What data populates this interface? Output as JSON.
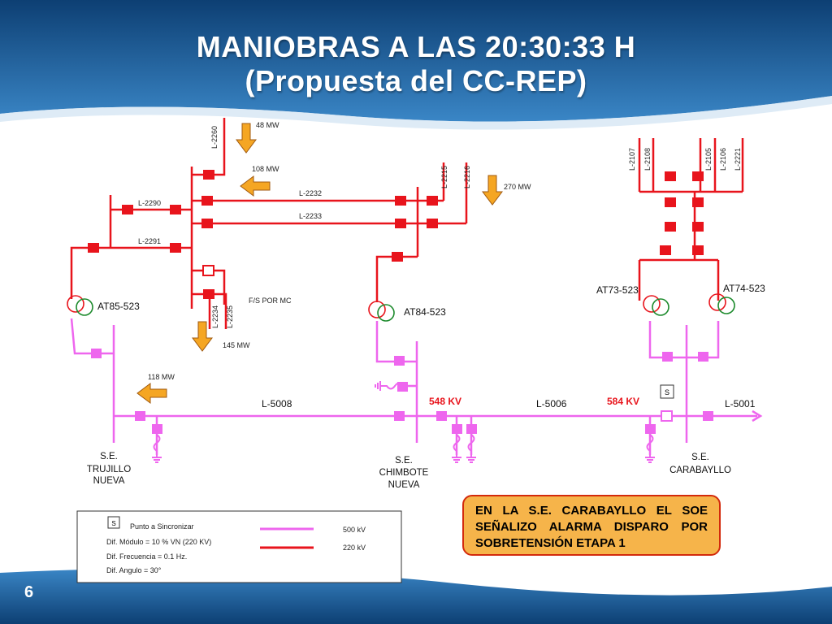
{
  "title": {
    "line1": "MANIOBRAS A LAS 20:30:33 H",
    "line2": "(Propuesta del CC-REP)"
  },
  "colors": {
    "kv220": "#e8141c",
    "kv500": "#ee66ee",
    "transformer_green": "#1c8a2c",
    "arrow_fill": "#f5a623",
    "arrow_stroke": "#a05a10",
    "alarm_fill": "#f6b44a",
    "alarm_border": "#d32a0c",
    "voltage_text": "#e8141c",
    "banner": "#1e5c9a"
  },
  "lines": {
    "l2260": "L-2260",
    "l2232": "L-2232",
    "l2233": "L-2233",
    "l2290": "L-2290",
    "l2291": "L-2291",
    "l2234": "L-2234",
    "l2235": "L-2235",
    "l2215": "L-2215",
    "l2216": "L-2216",
    "l2107": "L-2107",
    "l2108": "L-2108",
    "l2105": "L-2105",
    "l2106": "L-2106",
    "l2221": "L-2221",
    "l5008": "L-5008",
    "l5006": "L-5006",
    "l5001": "L-5001"
  },
  "flows": {
    "f48": "48 MW",
    "f108": "108 MW",
    "f270": "270 MW",
    "f145": "145 MW",
    "f118": "118 MW"
  },
  "annotations": {
    "fs_por_mc": "F/S POR MC",
    "s_marker": "S"
  },
  "transformers": {
    "at85": "AT85-523",
    "at84": "AT84-523",
    "at73": "AT73-523",
    "at74": "AT74-523"
  },
  "voltages": {
    "chimbote": "548 KV",
    "carabayllo": "584 KV"
  },
  "stations": {
    "trujillo": [
      "S.E.",
      "TRUJILLO",
      "NUEVA"
    ],
    "chimbote": [
      "S.E.",
      "CHIMBOTE",
      "NUEVA"
    ],
    "carabayllo": [
      "S.E.",
      "CARABAYLLO"
    ]
  },
  "alarm": "EN LA S.E. CARABAYLLO EL SOE SEÑALIZO ALARMA DISPARO POR SOBRETENSIÓN ETAPA 1",
  "legend": {
    "s_label": "S",
    "sync": "Punto a Sincronizar",
    "modulo": "Dif. Módulo = 10 % VN (220 KV)",
    "frecuencia": "Dif. Frecuencia = 0.1 Hz.",
    "angulo": "Dif. Angulo = 30°",
    "kv500": "500 kV",
    "kv220": "220 kV"
  },
  "page_number": "6"
}
